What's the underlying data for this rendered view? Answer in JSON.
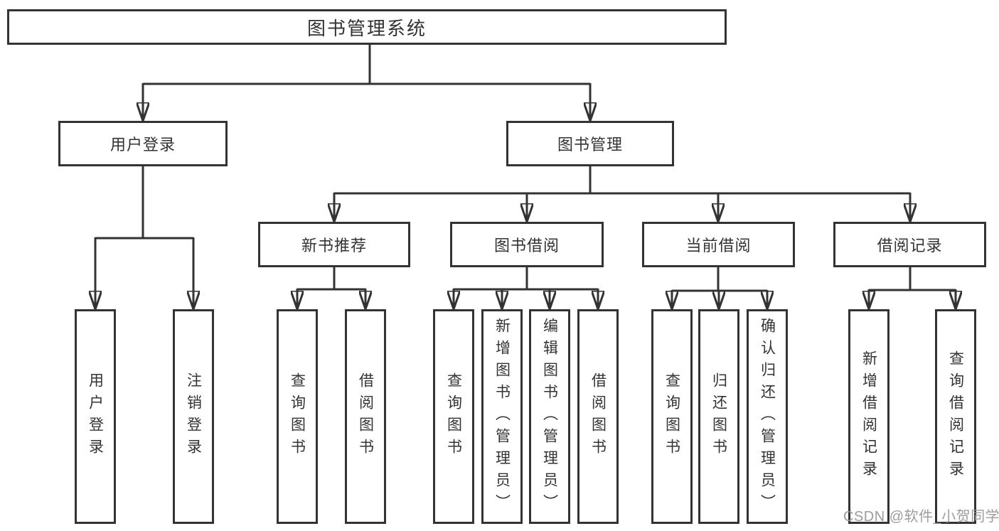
{
  "watermark": "CSDN @软件_小贺同学",
  "colors": {
    "line": "#333333",
    "text": "#333333",
    "background": "#ffffff",
    "watermark": "#989898"
  },
  "tree": {
    "root": "图书管理系统",
    "branches": [
      {
        "label": "用户登录",
        "children": [
          "用户登录",
          "注销登录"
        ]
      },
      {
        "label": "图书管理",
        "groups": [
          {
            "label": "新书推荐",
            "children": [
              "查询图书",
              "借阅图书"
            ]
          },
          {
            "label": "图书借阅",
            "children": [
              "查询图书",
              "新增图书（管理员）",
              "编辑图书（管理员）",
              "借阅图书"
            ]
          },
          {
            "label": "当前借阅",
            "children": [
              "查询图书",
              "归还图书",
              "确认归还（管理员）"
            ]
          },
          {
            "label": "借阅记录",
            "children": [
              "新增借阅记录",
              "查询借阅记录"
            ]
          }
        ]
      }
    ]
  }
}
